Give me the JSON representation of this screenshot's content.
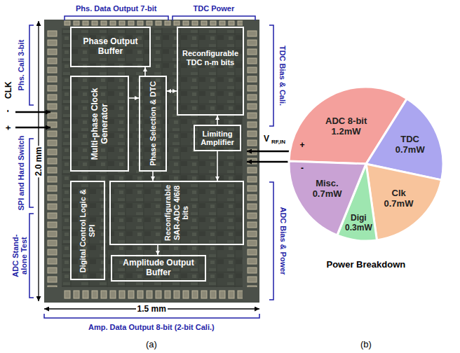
{
  "diagram": {
    "nodes": [
      {
        "text": [
          "Phase Output Buffer"
        ]
      },
      {
        "text": [
          "Reconfigurable TDC n-m bits"
        ]
      },
      {
        "text": [
          "Multi-phase Clock Generator"
        ]
      },
      {
        "text": [
          "Phase Selection & DTC"
        ]
      },
      {
        "text": [
          "Limiting Amplifier"
        ]
      },
      {
        "text": [
          "Digital Control Logic & SPI"
        ]
      },
      {
        "text": [
          "Reconfigurable SAR-ADC 4/6/8 bits"
        ]
      },
      {
        "text": [
          "Amplitude Output Buffer"
        ]
      },
      {
        "text": [
          "ADC 8-bit",
          "1.2mW"
        ]
      },
      {
        "text": [
          "TDC",
          "0.7mW"
        ]
      },
      {
        "text": [
          "Clk",
          "0.7mW"
        ]
      },
      {
        "text": [
          "Digi",
          "0.3mW"
        ]
      },
      {
        "text": [
          "Misc.",
          "0.7mW"
        ]
      }
    ],
    "edges": [
      {
        "from": 3,
        "to": 0,
        "arrow": "to"
      },
      {
        "from": 2,
        "to": 3,
        "arrow": "to"
      },
      {
        "from": 3,
        "to": 1,
        "arrow": "both"
      },
      {
        "from": 4,
        "to": 1,
        "arrow": "to"
      },
      {
        "from": 4,
        "to": 6,
        "arrow": "to"
      },
      {
        "from": 3,
        "to": 6,
        "arrow": "to"
      },
      {
        "from": 6,
        "to": 7,
        "arrow": "to"
      }
    ],
    "labels": [
      "Phs. Data Output 7-bit",
      "TDC Power",
      "Phs. Cali 3-bit",
      "CLK",
      "-",
      "+",
      "SPI and Hard Switch",
      "ADC Stand-alone Test",
      "2.0 mm",
      "V",
      "RF,IN",
      "+",
      "-",
      "TDC Bias & Cali.",
      "ADC Bias & Power",
      "1.5 mm",
      "Amp. Data Output 8-bit (2-bit Cali.)",
      "(a)",
      "Power Breakdown",
      "(b)"
    ]
  }
}
